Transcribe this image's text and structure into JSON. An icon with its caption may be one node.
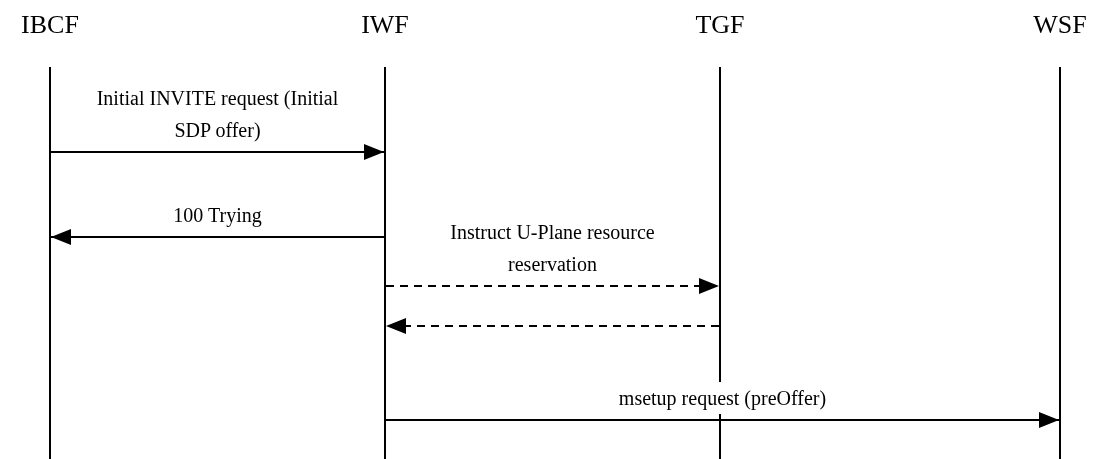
{
  "diagram": {
    "nodes": [
      {
        "text": [
          "IBCF"
        ]
      },
      {
        "text": [
          "IWF"
        ]
      },
      {
        "text": [
          "TGF"
        ]
      },
      {
        "text": [
          "WSF"
        ]
      }
    ],
    "edges": [
      {
        "from": 0,
        "to": 1,
        "arrow": "to",
        "label": "Initial INVITE request (Initial SDP offer)"
      },
      {
        "from": 1,
        "to": 0,
        "arrow": "to",
        "label": "100 Trying"
      },
      {
        "from": 1,
        "to": 2,
        "arrow": "to",
        "style": "dashed",
        "label": "Instruct U-Plane resource reservation"
      },
      {
        "from": 2,
        "to": 1,
        "arrow": "to",
        "style": "dashed"
      },
      {
        "from": 1,
        "to": 3,
        "arrow": "to",
        "label": "msetup request (preOffer)"
      }
    ]
  }
}
